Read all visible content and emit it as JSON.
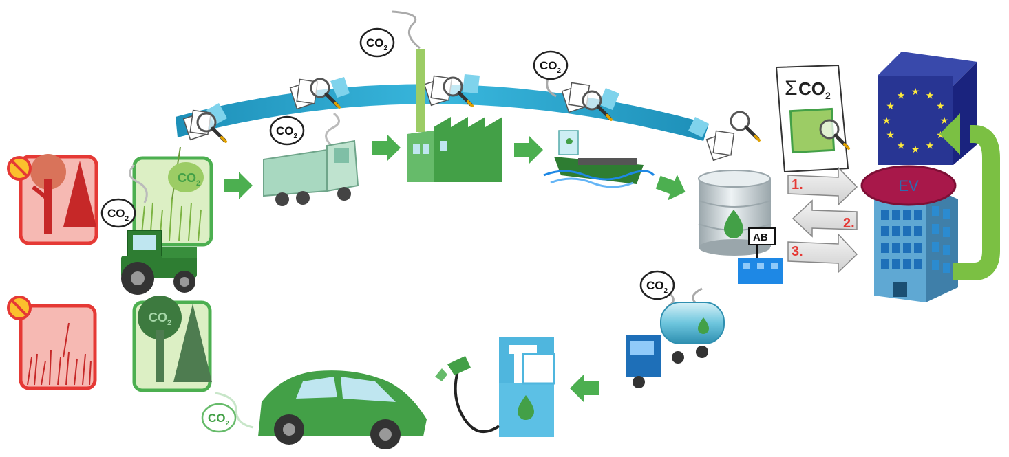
{
  "labels": {
    "co2_main": "CO",
    "co2_sub": "2",
    "sigma_sym": "Σ",
    "sigma_text": "CO",
    "sigma_sub": "2",
    "ab": "AB",
    "ev": "EV",
    "step1": "1.",
    "step2": "2.",
    "step3": "3."
  },
  "colors": {
    "green_dark": "#2e7d32",
    "green": "#43a047",
    "green_light": "#8bc34a",
    "green_arrow": "#4caf50",
    "teal_band": "#29a9cf",
    "red_border": "#e53935",
    "red_fill": "#f6b9b3",
    "red_tree": "#c62828",
    "blue": "#1e88e5",
    "eu_blue": "#283593",
    "eu_star": "#ffeb3b",
    "ev_fill": "#a8184a",
    "ev_text": "#2b6cb0",
    "step_red": "#e53935"
  },
  "icons": [
    "no-sign-icon",
    "deciduous-tree-icon",
    "pine-tree-icon",
    "grass-icon",
    "tractor-icon",
    "truck-icon",
    "factory-icon",
    "ship-icon",
    "database-icon",
    "tanker-truck-icon",
    "fuel-pump-icon",
    "car-icon",
    "magnifier-icon",
    "document-icon",
    "eu-cube-icon",
    "office-building-icon",
    "cloud-co2-icon"
  ]
}
